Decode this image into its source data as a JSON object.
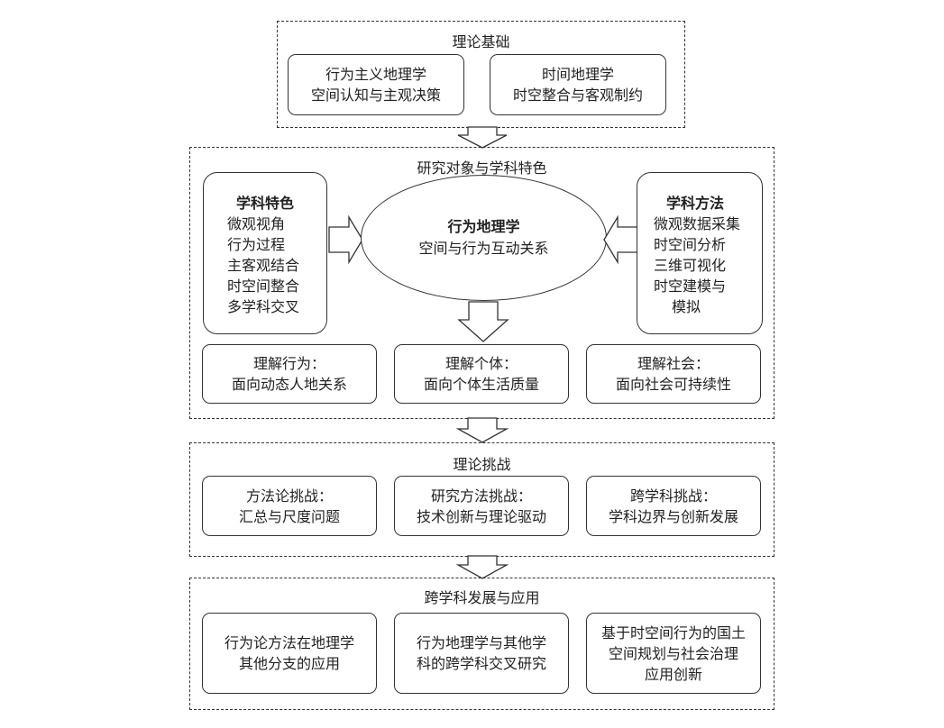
{
  "section1": {
    "title": "理论基础",
    "box1": [
      "行为主义地理学",
      "空间认知与主观决策"
    ],
    "box2": [
      "时间地理学",
      "时空整合与客观制约"
    ]
  },
  "section2": {
    "title": "研究对象与学科特色",
    "left": {
      "title": "学科特色",
      "items": [
        "微观视角",
        "行为过程",
        "主客观结合",
        "时空间整合",
        "多学科交叉"
      ]
    },
    "center": {
      "title": "行为地理学",
      "subtitle": "空间与行为互动关系"
    },
    "right": {
      "title": "学科方法",
      "items": [
        "微观数据采集",
        "时空间分析",
        "三维可视化",
        "时空建模与",
        "模拟"
      ]
    },
    "bottom": [
      [
        "理解行为：",
        "面向动态人地关系"
      ],
      [
        "理解个体：",
        "面向个体生活质量"
      ],
      [
        "理解社会：",
        "面向社会可持续性"
      ]
    ]
  },
  "section3": {
    "title": "理论挑战",
    "boxes": [
      [
        "方法论挑战：",
        "汇总与尺度问题"
      ],
      [
        "研究方法挑战：",
        "技术创新与理论驱动"
      ],
      [
        "跨学科挑战：",
        "学科边界与创新发展"
      ]
    ]
  },
  "section4": {
    "title": "跨学科发展与应用",
    "boxes": [
      [
        "行为论方法在地理学",
        "其他分支的应用"
      ],
      [
        "行为地理学与其他学",
        "科的跨学科交叉研究"
      ],
      [
        "基于时空间行为的国土",
        "空间规划与社会治理",
        "应用创新"
      ]
    ]
  }
}
